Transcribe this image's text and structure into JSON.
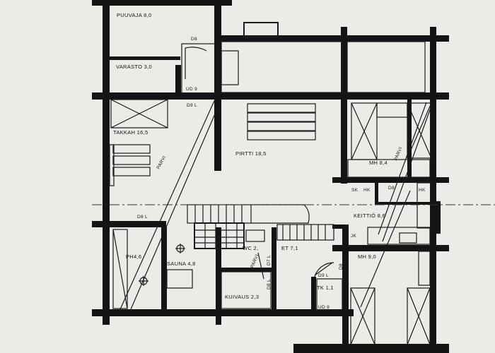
{
  "rooms": {
    "puuvaja": "PUUVAJA 8,0",
    "varasto": "VARASTO 3,0",
    "takkah": "TAKKAH 16,5",
    "pirtti": "PIRTTI 18,5",
    "mh84": "MH 8,4",
    "keittio": "KEITTIÖ 8,6",
    "ph": "PH4,6",
    "sauna": "SAUNA 4,8",
    "wc": "WC 2,",
    "et": "ET 7,1",
    "kuivaus": "KUIVAUS 2,3",
    "tk": "TK 1,1",
    "mh90": "MH 9,0"
  },
  "marks": {
    "d8_top": "D8",
    "ud9_top": "UD 9",
    "d9l_top": "D9 L",
    "d8l_left": "D8 L",
    "parvi_left": "PARVI",
    "parvi_right": "PARVI",
    "sk": "SK",
    "hk1": "HK",
    "hk2": "HK",
    "d8_kitchen": "D8",
    "jk": "JK",
    "d8_right": "D8",
    "parvi_mid": "PARVI",
    "d7l": "D7 L",
    "d8l_mid": "D8 L",
    "d9l_tk": "D9 L",
    "ud9_bottom": "UD 9"
  },
  "colors": {
    "wall": "#141414",
    "paper": "#ecebe7"
  }
}
